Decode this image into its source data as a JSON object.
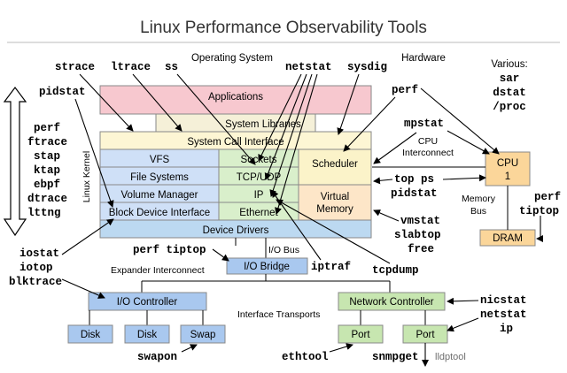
{
  "title": "Linux Performance Observability Tools",
  "sections": {
    "operating_system": "Operating System",
    "hardware": "Hardware",
    "various": "Various:",
    "linux_kernel": "Linux Kernel",
    "cpu_interconnect_1": "CPU",
    "cpu_interconnect_2": "Interconnect",
    "memory_bus_1": "Memory",
    "memory_bus_2": "Bus",
    "io_bus": "I/O Bus",
    "expander": "Expander Interconnect",
    "interface_transports": "Interface Transports"
  },
  "components": {
    "applications": "Applications",
    "system_libraries": "System Libraries",
    "system_call_interface": "System Call Interface",
    "vfs": "VFS",
    "file_systems": "File Systems",
    "volume_manager": "Volume Manager",
    "block_device_interface": "Block Device Interface",
    "sockets": "Sockets",
    "tcp_udp": "TCP/UDP",
    "ip": "IP",
    "ethernet": "Ethernet",
    "scheduler": "Scheduler",
    "virtual_memory_1": "Virtual",
    "virtual_memory_2": "Memory",
    "device_drivers": "Device Drivers",
    "cpu_1": "CPU",
    "cpu_2": "1",
    "dram": "DRAM",
    "io_bridge": "I/O Bridge",
    "io_controller": "I/O Controller",
    "disk_1": "Disk",
    "disk_2": "Disk",
    "swap": "Swap",
    "network_controller": "Network Controller",
    "port_1": "Port",
    "port_2": "Port"
  },
  "tools": {
    "strace": "strace",
    "ltrace": "ltrace",
    "ss": "ss",
    "netstat_top": "netstat",
    "sysdig": "sysdig",
    "various_sar": "sar",
    "various_dstat": "dstat",
    "various_proc": "/proc",
    "pidstat_left": "pidstat",
    "perf_left": "perf",
    "ftrace": "ftrace",
    "stap": "stap",
    "ktap": "ktap",
    "ebpf": "ebpf",
    "dtrace": "dtrace",
    "lttng": "lttng",
    "perf_right": "perf",
    "mpstat": "mpstat",
    "top_ps": "top ps",
    "pidstat_right": "pidstat",
    "perf_dram": "perf",
    "tiptop_dram": "tiptop",
    "vmstat": "vmstat",
    "slabtop": "slabtop",
    "free": "free",
    "iostat": "iostat",
    "iotop": "iotop",
    "blktrace": "blktrace",
    "perf_tiptop_mid": "perf tiptop",
    "iptraf": "iptraf",
    "tcpdump": "tcpdump",
    "nicstat": "nicstat",
    "netstat_right": "netstat",
    "ip_tool": "ip",
    "swapon": "swapon",
    "ethtool": "ethtool",
    "snmpget": "snmpget",
    "lldptool": "lldptool"
  },
  "colors": {
    "applications": "#f7c8cf",
    "syscall": "#fdf6d4",
    "kernel_blue": "#cfe0f7",
    "kernel_green": "#d9efcb",
    "kernel_yellow": "#fbf3c9",
    "vm_orange": "#fde6c8",
    "drivers": "#bcd9f1",
    "cpu": "#fbd69a",
    "controller_blue": "#a9c8ef",
    "port_green": "#c7e6b0"
  }
}
